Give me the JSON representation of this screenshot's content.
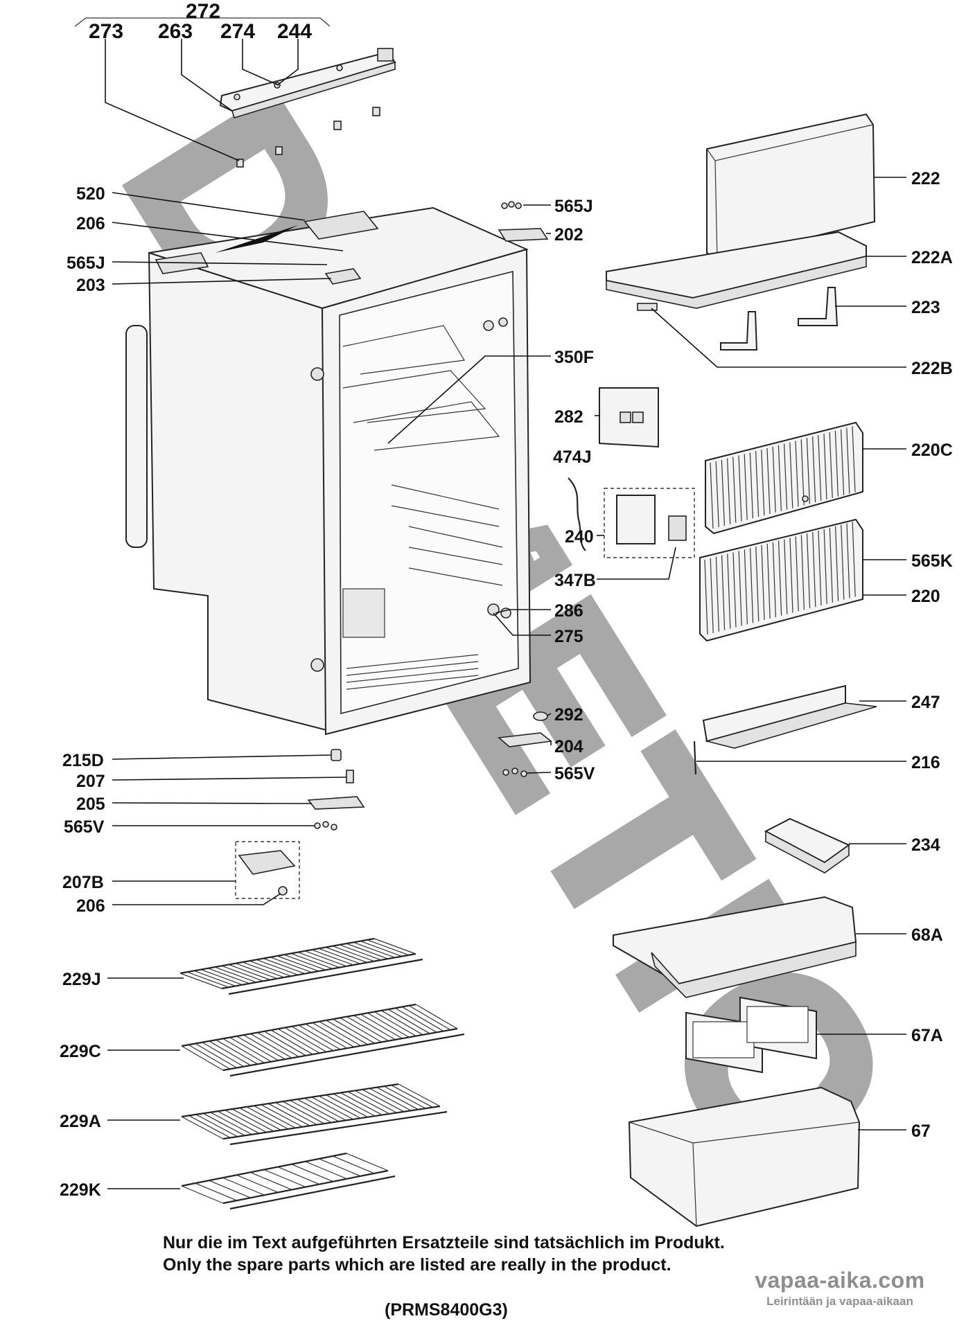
{
  "labels": {
    "p272": "272",
    "p273": "273",
    "p263": "263",
    "p274": "274",
    "p244": "244",
    "p520": "520",
    "p206a": "206",
    "p565Ja": "565J",
    "p203": "203",
    "p565Jb": "565J",
    "p202": "202",
    "p222": "222",
    "p222A": "222A",
    "p223": "223",
    "p222B": "222B",
    "p350F": "350F",
    "p282": "282",
    "p474J": "474J",
    "p240": "240",
    "p347B": "347B",
    "p220C": "220C",
    "p565K": "565K",
    "p220": "220",
    "p286": "286",
    "p275": "275",
    "p292": "292",
    "p204": "204",
    "p565Va": "565V",
    "p247": "247",
    "p216": "216",
    "p215D": "215D",
    "p207": "207",
    "p205": "205",
    "p565Vb": "565V",
    "p207B": "207B",
    "p206b": "206",
    "p234": "234",
    "p68A": "68A",
    "p67A": "67A",
    "p67": "67",
    "p229J": "229J",
    "p229C": "229C",
    "p229A": "229A",
    "p229K": "229K"
  },
  "watermark": "DOMETIC",
  "footer": {
    "line_de": "Nur die im Text aufgeführten Ersatzteile sind tatsächlich im Produkt.",
    "line_en": "Only the spare parts which are listed are really in the product.",
    "model": "(PRMS8400G3)"
  },
  "site": {
    "name": "vapaa-aika.com",
    "slogan": "Leirintään ja vapaa-aikaan"
  }
}
